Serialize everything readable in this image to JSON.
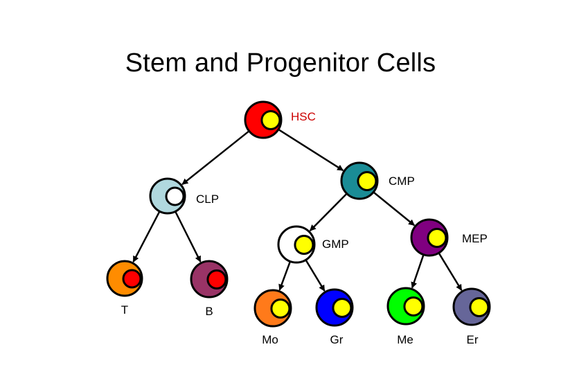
{
  "title": "Stem and Progenitor Cells",
  "cells": [
    {
      "id": "hsc",
      "label": "HSC",
      "outer": "#ff0000",
      "nucleus": "#ffff00",
      "label_color": "#cc0000"
    },
    {
      "id": "cmp",
      "label": "CMP",
      "outer": "#1a8c96",
      "nucleus": "#ffff00",
      "label_color": "#000000"
    },
    {
      "id": "clp",
      "label": "CLP",
      "outer": "#b0d8de",
      "nucleus": "#ffffff",
      "label_color": "#000000"
    },
    {
      "id": "gmp",
      "label": "GMP",
      "outer": "#ffffff",
      "nucleus": "#ffff00",
      "label_color": "#000000"
    },
    {
      "id": "mep",
      "label": "MEP",
      "outer": "#800080",
      "nucleus": "#ffff00",
      "label_color": "#000000"
    },
    {
      "id": "t",
      "label": "T",
      "outer": "#ff8c00",
      "nucleus": "#ff0000",
      "label_color": "#000000"
    },
    {
      "id": "b",
      "label": "B",
      "outer": "#993366",
      "nucleus": "#ff0000",
      "label_color": "#000000"
    },
    {
      "id": "mo",
      "label": "Mo",
      "outer": "#ff7a1a",
      "nucleus": "#ffff00",
      "label_color": "#000000"
    },
    {
      "id": "gr",
      "label": "Gr",
      "outer": "#0000ff",
      "nucleus": "#ffff00",
      "label_color": "#000000"
    },
    {
      "id": "me",
      "label": "Me",
      "outer": "#00ff00",
      "nucleus": "#ffff00",
      "label_color": "#000000"
    },
    {
      "id": "er",
      "label": "Er",
      "outer": "#666699",
      "nucleus": "#ffff00",
      "label_color": "#000000"
    }
  ],
  "edges": [
    [
      "hsc",
      "clp"
    ],
    [
      "hsc",
      "cmp"
    ],
    [
      "clp",
      "t"
    ],
    [
      "clp",
      "b"
    ],
    [
      "cmp",
      "gmp"
    ],
    [
      "cmp",
      "mep"
    ],
    [
      "gmp",
      "mo"
    ],
    [
      "gmp",
      "gr"
    ],
    [
      "mep",
      "me"
    ],
    [
      "mep",
      "er"
    ]
  ]
}
